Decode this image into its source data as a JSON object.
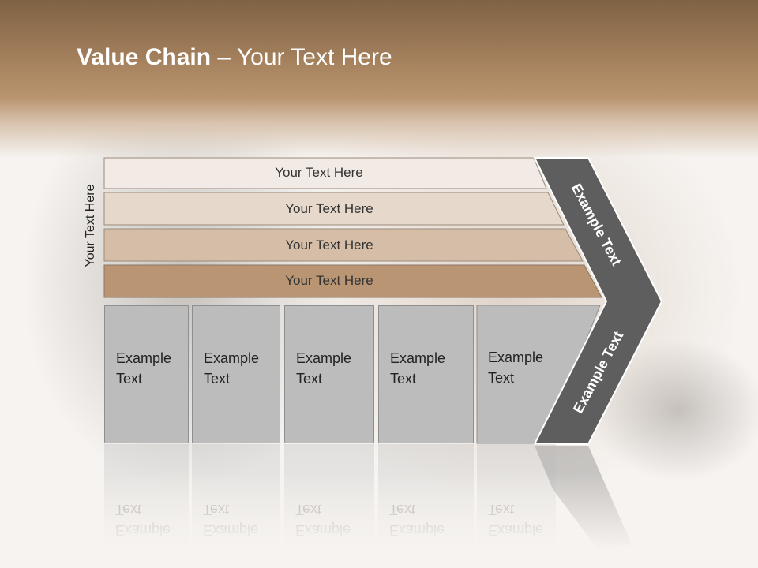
{
  "title": {
    "bold": "Value Chain",
    "rest": " – Your Text Here"
  },
  "side_label": "Your Text Here",
  "bars": [
    {
      "label": "Your Text Here",
      "color": "#f2ebe5"
    },
    {
      "label": "Your Text Here",
      "color": "#e6d8cb"
    },
    {
      "label": "Your Text Here",
      "color": "#d6bda8"
    },
    {
      "label": "Your Text Here",
      "color": "#b99574"
    }
  ],
  "columns": [
    {
      "line1": "Example",
      "line2": "Text"
    },
    {
      "line1": "Example",
      "line2": "Text"
    },
    {
      "line1": "Example",
      "line2": "Text"
    },
    {
      "line1": "Example",
      "line2": "Text"
    },
    {
      "line1": "Example",
      "line2": "Text"
    }
  ],
  "chevron": {
    "upper_label": "Example Text",
    "lower_label": "Example Text",
    "color": "#5e5e5e"
  }
}
